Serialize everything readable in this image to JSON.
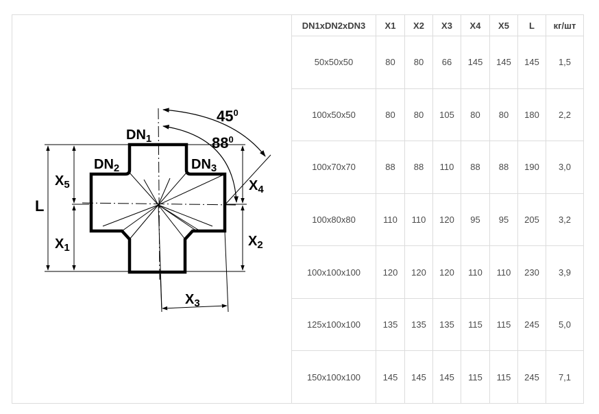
{
  "diagram": {
    "title": "Cross fitting dimensional drawing",
    "labels": {
      "dn1": "DN",
      "dn1_sub": "1",
      "dn2": "DN",
      "dn2_sub": "2",
      "dn3": "DN",
      "dn3_sub": "3",
      "x1": "X",
      "x1_sub": "1",
      "x2": "X",
      "x2_sub": "2",
      "x3": "X",
      "x3_sub": "3",
      "x4": "X",
      "x4_sub": "4",
      "x5": "X",
      "x5_sub": "5",
      "l": "L",
      "angle_45": "45",
      "angle_45_sup": "0",
      "angle_88": "88",
      "angle_88_sup": "0"
    }
  },
  "table": {
    "headers": [
      "DN1xDN2xDN3",
      "X1",
      "X2",
      "X3",
      "X4",
      "X5",
      "L",
      "кг/шт"
    ],
    "rows": [
      [
        "50x50x50",
        "80",
        "80",
        "66",
        "145",
        "145",
        "145",
        "1,5"
      ],
      [
        "100x50x50",
        "80",
        "80",
        "105",
        "80",
        "80",
        "180",
        "2,2"
      ],
      [
        "100x70x70",
        "88",
        "88",
        "110",
        "88",
        "88",
        "190",
        "3,0"
      ],
      [
        "100x80x80",
        "110",
        "110",
        "120",
        "95",
        "95",
        "205",
        "3,2"
      ],
      [
        "100x100x100",
        "120",
        "120",
        "120",
        "110",
        "110",
        "230",
        "3,9"
      ],
      [
        "125x100x100",
        "135",
        "135",
        "135",
        "115",
        "115",
        "245",
        "5,0"
      ],
      [
        "150x100x100",
        "145",
        "145",
        "145",
        "115",
        "115",
        "245",
        "7,1"
      ]
    ]
  }
}
